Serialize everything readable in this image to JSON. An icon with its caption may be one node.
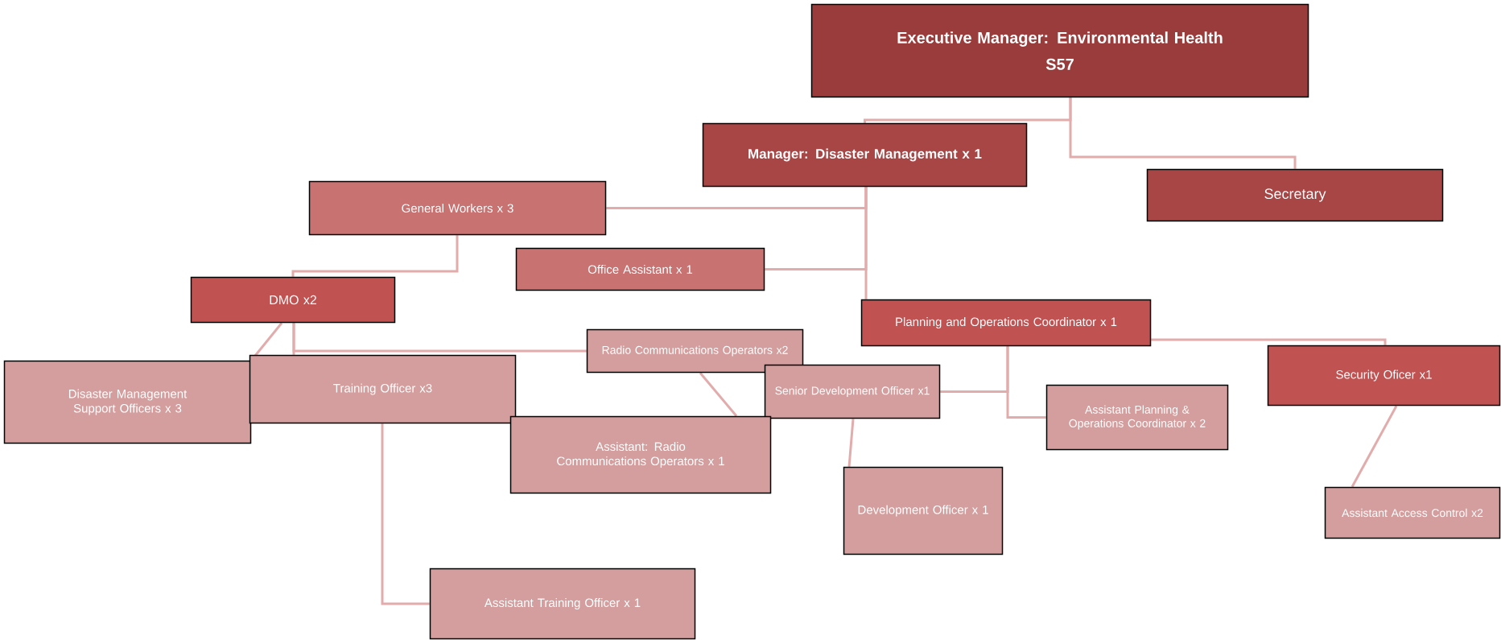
{
  "diagram": {
    "nodes": [
      {
        "text": [
          "Executive Manager: Environmental Health",
          "S57"
        ]
      },
      {
        "text": [
          "Manager: Disaster Management x 1"
        ]
      },
      {
        "text": [
          "Secretary"
        ]
      },
      {
        "text": [
          "General Workers x 3"
        ]
      },
      {
        "text": [
          "Office Assistant x 1"
        ]
      },
      {
        "text": [
          "DMO x2"
        ]
      },
      {
        "text": [
          "Planning and Operations Coordinator x 1"
        ]
      },
      {
        "text": [
          "Radio Communications Operators x2"
        ]
      },
      {
        "text": [
          "Disaster Management Support Officers x 3"
        ]
      },
      {
        "text": [
          "Training Officer x3"
        ]
      },
      {
        "text": [
          "Senior Development Officer x1"
        ]
      },
      {
        "text": [
          "Security Oficer x1"
        ]
      },
      {
        "text": [
          "Assistant Planning & Operations Coordinator x 2"
        ]
      },
      {
        "text": [
          "Assistant: Radio Communications Operators x 1"
        ]
      },
      {
        "text": [
          "Development Officer x 1"
        ]
      },
      {
        "text": [
          "Assistant Access Control x2"
        ]
      },
      {
        "text": [
          "Assistant Training Officer x 1"
        ]
      }
    ],
    "edges": [
      {
        "from": 0,
        "to": 1,
        "arrow": "none"
      },
      {
        "from": 0,
        "to": 2,
        "arrow": "none"
      },
      {
        "from": 1,
        "to": 3,
        "arrow": "none"
      },
      {
        "from": 1,
        "to": 4,
        "arrow": "none"
      },
      {
        "from": 1,
        "to": 6,
        "arrow": "none"
      },
      {
        "from": 3,
        "to": 5,
        "arrow": "none"
      },
      {
        "from": 5,
        "to": 8,
        "arrow": "none"
      },
      {
        "from": 5,
        "to": 9,
        "arrow": "none"
      },
      {
        "from": 5,
        "to": 7,
        "arrow": "none"
      },
      {
        "from": 9,
        "to": 16,
        "arrow": "none"
      },
      {
        "from": 7,
        "to": 13,
        "arrow": "none"
      },
      {
        "from": 6,
        "to": 11,
        "arrow": "none"
      },
      {
        "from": 6,
        "to": 10,
        "arrow": "none"
      },
      {
        "from": 6,
        "to": 12,
        "arrow": "none"
      },
      {
        "from": 10,
        "to": 14,
        "arrow": "none"
      },
      {
        "from": 11,
        "to": 15,
        "arrow": "none"
      }
    ]
  }
}
